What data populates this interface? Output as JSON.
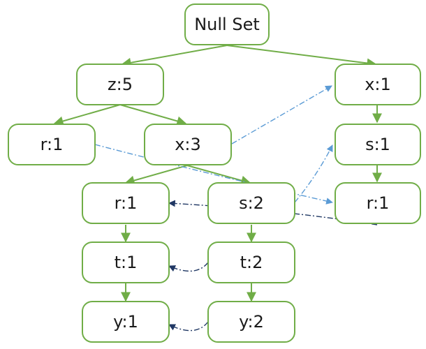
{
  "diagram": {
    "nodes": [
      {
        "id": "root",
        "label": "Null Set"
      },
      {
        "id": "z5",
        "label": "z:5"
      },
      {
        "id": "x1",
        "label": "x:1"
      },
      {
        "id": "r1a",
        "label": "r:1"
      },
      {
        "id": "x3",
        "label": "x:3"
      },
      {
        "id": "s1",
        "label": "s:1"
      },
      {
        "id": "r1b",
        "label": "r:1"
      },
      {
        "id": "s2",
        "label": "s:2"
      },
      {
        "id": "r1c",
        "label": "r:1"
      },
      {
        "id": "t1",
        "label": "t:1"
      },
      {
        "id": "t2",
        "label": "t:2"
      },
      {
        "id": "y1",
        "label": "y:1"
      },
      {
        "id": "y2",
        "label": "y:2"
      }
    ],
    "colors": {
      "node_border": "#70ad47",
      "tree_edge": "#70ad47",
      "link_light": "#5b9bd5",
      "link_dark": "#203864"
    }
  }
}
